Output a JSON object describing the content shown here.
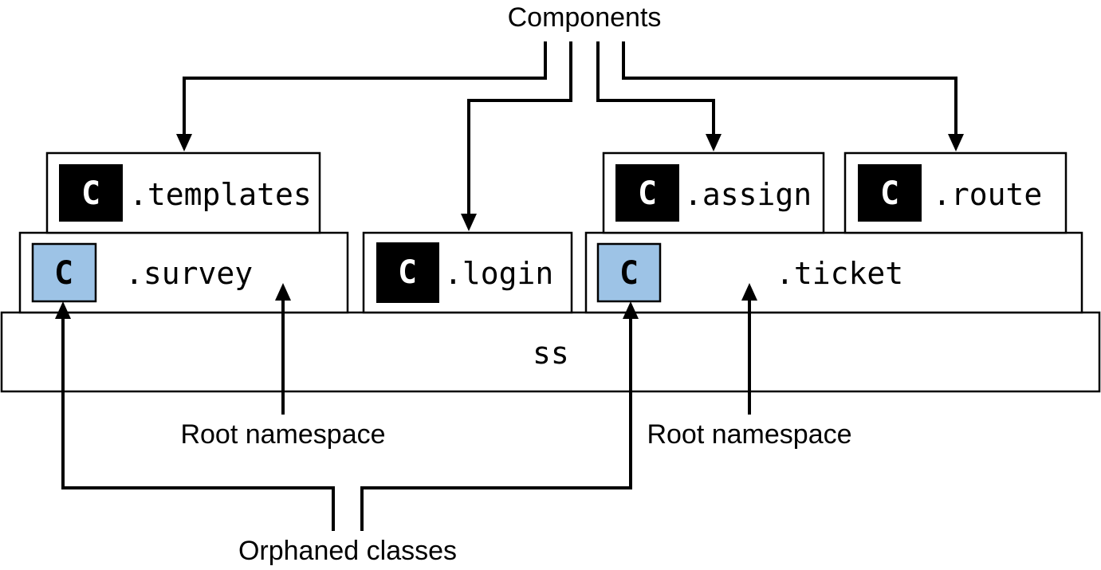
{
  "labels": {
    "components": "Components",
    "root_namespace_left": "Root namespace",
    "root_namespace_right": "Root namespace",
    "orphaned_classes": "Orphaned classes"
  },
  "namespaces": {
    "root": "ss",
    "survey": ".survey",
    "templates": ".templates",
    "login": ".login",
    "ticket": ".ticket",
    "assign": ".assign",
    "route": ".route"
  },
  "badges": {
    "component_letter": "C",
    "orphan_letter": "C"
  },
  "colors": {
    "component_badge": "#000000",
    "orphan_badge": "#9dc3e6",
    "lines": "#000000"
  }
}
